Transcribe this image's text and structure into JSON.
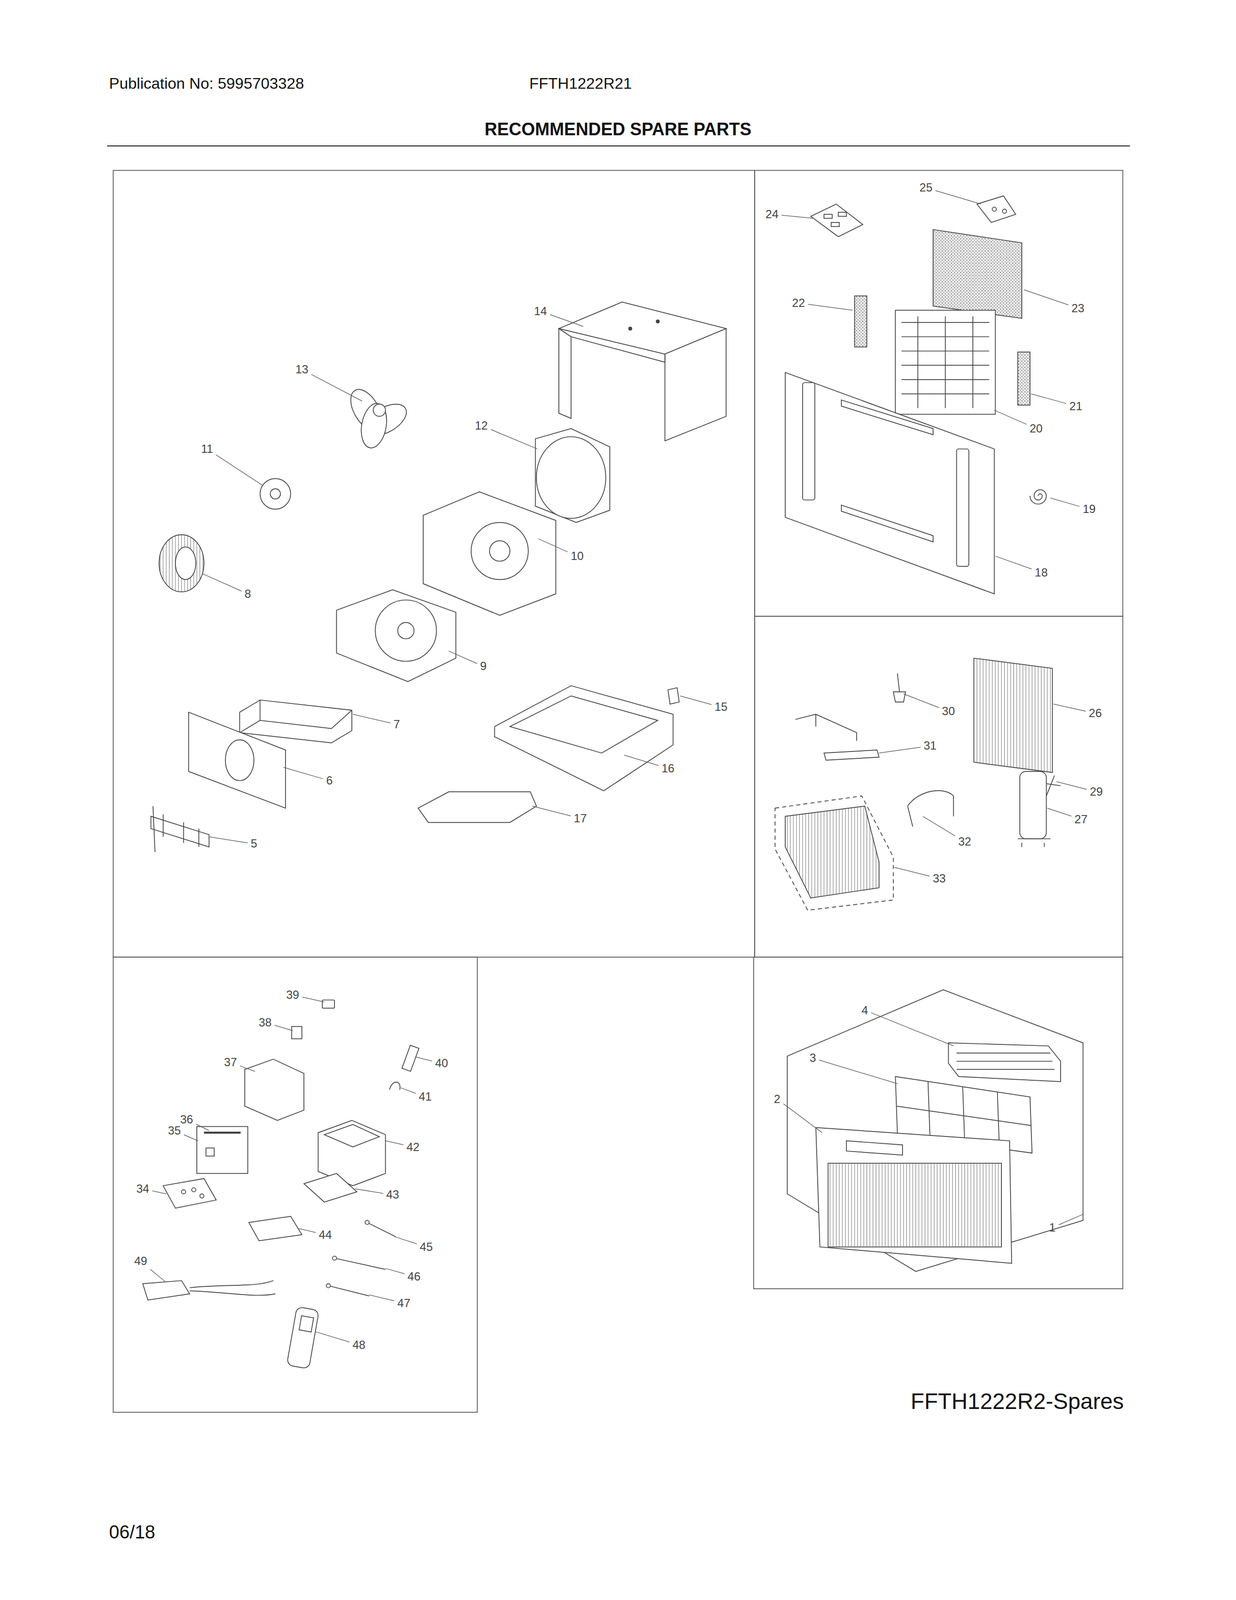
{
  "diagram": {
    "title": "RECOMMENDED SPARE PARTS",
    "caption": "FFTH1222R2-Spares",
    "labels": [
      "Publication No: 5995703328",
      "FFTH1222R21",
      "13",
      "14",
      "12",
      "11",
      "8",
      "10",
      "9",
      "7",
      "6",
      "5",
      "15",
      "16",
      "17",
      "25",
      "24",
      "22",
      "23",
      "20",
      "21",
      "19",
      "18",
      "30",
      "26",
      "31",
      "29",
      "27",
      "32",
      "33",
      "39",
      "38",
      "40",
      "37",
      "41",
      "36",
      "35",
      "42",
      "34",
      "43",
      "44",
      "45",
      "46",
      "49",
      "47",
      "48",
      "4",
      "3",
      "2",
      "1",
      "06/18"
    ]
  }
}
